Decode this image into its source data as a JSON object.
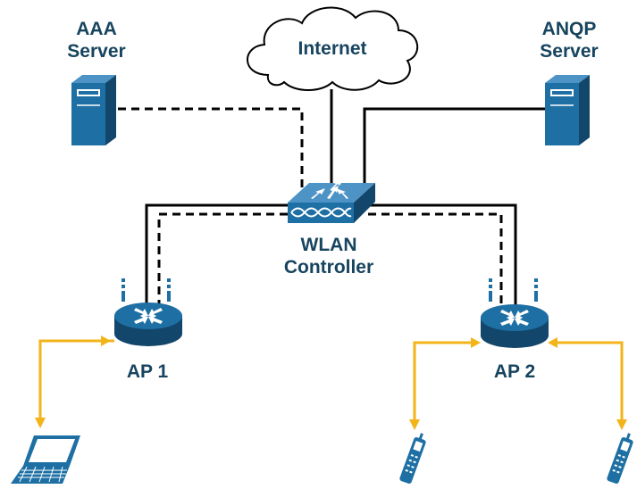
{
  "labels": {
    "aaa_server": [
      "AAA",
      "Server"
    ],
    "anqp_server": [
      "ANQP",
      "Server"
    ],
    "internet": "Internet",
    "wlan_controller": [
      "WLAN",
      "Controller"
    ],
    "ap1": "AP 1",
    "ap2": "AP 2"
  },
  "colors": {
    "device_blue": "#1d6fa4",
    "device_dark": "#12466b",
    "label_text": "#17445f",
    "wireless_link": "#f2b418",
    "wired_link": "#000000"
  },
  "icons": {
    "aaa_server": "server-icon",
    "anqp_server": "server-icon",
    "internet": "cloud-icon",
    "wlan_controller": "wlan-controller-icon",
    "ap1": "access-point-icon",
    "ap2": "access-point-icon",
    "laptop": "laptop-icon",
    "phone_left": "wireless-phone-icon",
    "phone_right": "wireless-phone-icon"
  }
}
